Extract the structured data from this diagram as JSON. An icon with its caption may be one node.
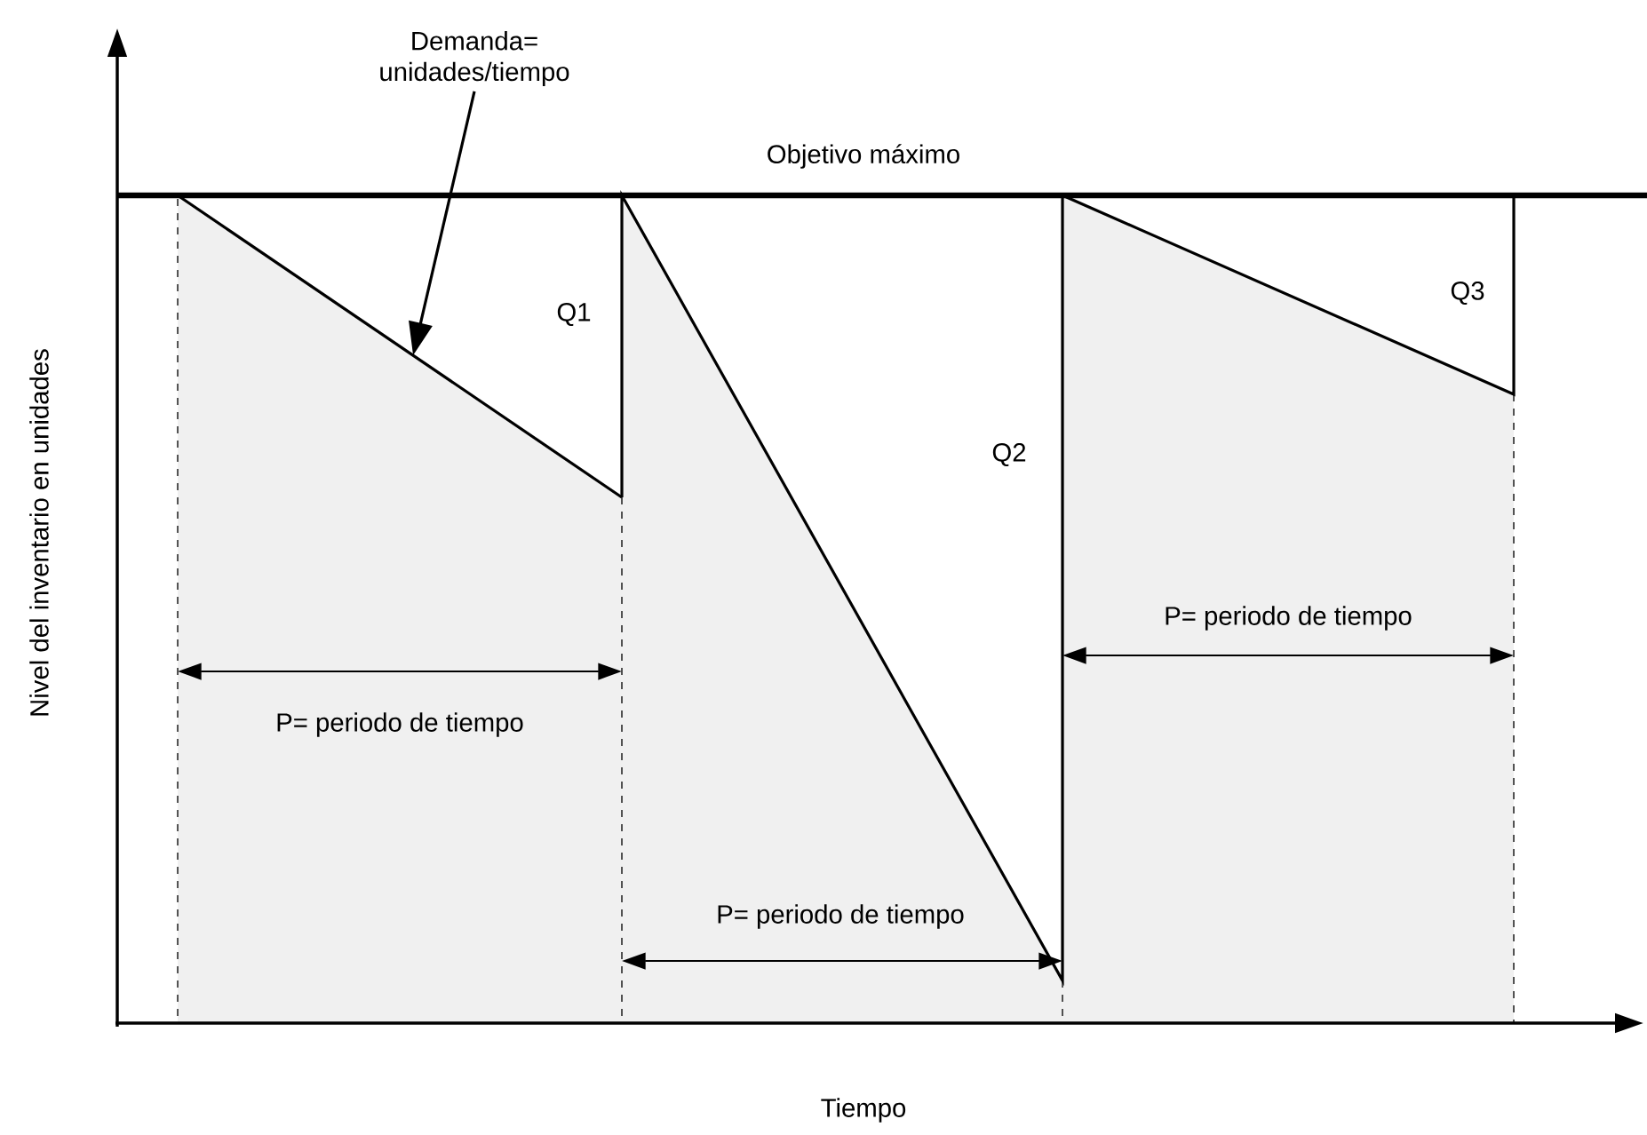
{
  "diagram": {
    "nodes": [
      {
        "text": [
          "Demanda= unidades/tiempo"
        ]
      },
      {
        "text": [],
        "shape": "line"
      }
    ],
    "edges": [
      {
        "from": 0,
        "to": 1,
        "arrow": "to"
      }
    ],
    "labels": [
      "Objetivo máximo",
      "Q1",
      "Q3",
      "Q2",
      "P= periodo de tiempo",
      "P= periodo de tiempo",
      "P= periodo de tiempo",
      "Nivel del inventario en unidades",
      "Tiempo"
    ]
  }
}
